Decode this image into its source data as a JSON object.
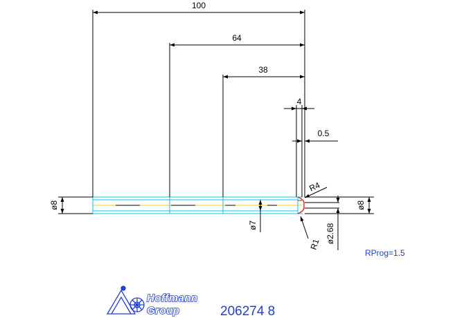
{
  "drawing": {
    "dimensions": {
      "overall_length": "100",
      "length_64": "64",
      "length_38": "38",
      "length_4": "4",
      "length_0_5": "0.5",
      "diameter_left": "ø8",
      "diameter_right": "ø8",
      "diameter_7": "ø7",
      "diameter_2_68": "ø2.68",
      "radius_r4": "R4",
      "radius_r1": "R1"
    },
    "rprog": "RProg=1.5",
    "part_number": "206274 8",
    "logo": {
      "line1": "Hoffmann",
      "line2": "Group"
    }
  },
  "colors": {
    "dimension_lines": "#000000",
    "body_outline": "#00c8e6",
    "center_line": "#e6d800",
    "tip_profile": "#e00000",
    "brand_blue": "#1f3fd0"
  }
}
